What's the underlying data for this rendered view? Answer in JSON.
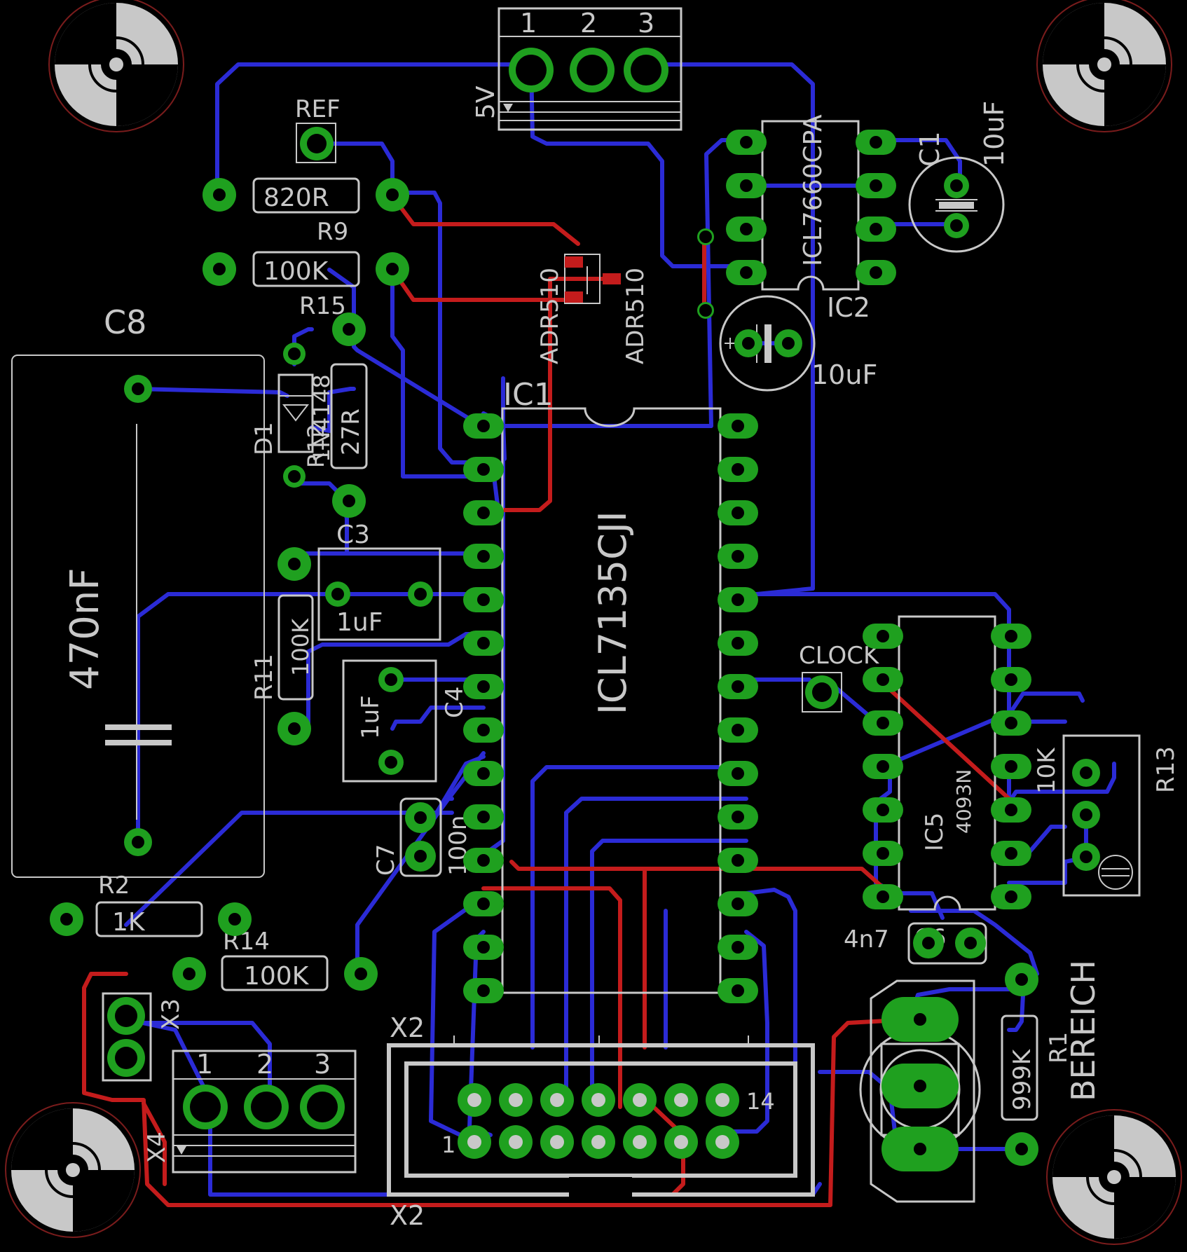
{
  "board": {
    "ic1": {
      "name": "IC1",
      "value": "ICL7135CJI"
    },
    "ic2": {
      "name": "IC2",
      "value": "ICL7660CPA"
    },
    "ic5": {
      "name": "IC5",
      "value": "4093N"
    },
    "ref_adr1": "ADR510",
    "ref_adr2": "ADR510",
    "c1": {
      "name": "C1",
      "value": "10uF"
    },
    "c2_value": "10uF",
    "c3": {
      "name": "C3",
      "value": "1uF"
    },
    "c4": {
      "name": "C4",
      "value": "1uF"
    },
    "c6": {
      "name": "C6",
      "value": "4n7"
    },
    "c7": {
      "name": "C7",
      "value": "100n"
    },
    "c8": {
      "name": "C8",
      "value": "470nF"
    },
    "r1": {
      "name": "R1",
      "value": "999K"
    },
    "r2": {
      "name": "R2",
      "value": "1K"
    },
    "r9": {
      "name": "R9",
      "value": "820R"
    },
    "r11": {
      "name": "R11",
      "value": "100K"
    },
    "r12": {
      "name": "R12",
      "value": "27R"
    },
    "r13": {
      "name": "R13",
      "value": "10K"
    },
    "r14": {
      "name": "R14",
      "value": "100K"
    },
    "r15": {
      "name": "R15",
      "value": "100K"
    },
    "d1": {
      "name": "D1",
      "value": "1N4148"
    },
    "ref_label": "REF",
    "clock_label": "CLOCK",
    "bereich_label": "BEREICH",
    "x2_label": "X2",
    "x2_label_bottom": "X2",
    "x2_pin1": "1",
    "x2_pin14": "14",
    "x3_label": "X3",
    "x4_label": "X4",
    "supply_label": "5V",
    "top_connector": [
      "1",
      "2",
      "3"
    ],
    "bottom_connector": [
      "1",
      "2",
      "3"
    ]
  }
}
